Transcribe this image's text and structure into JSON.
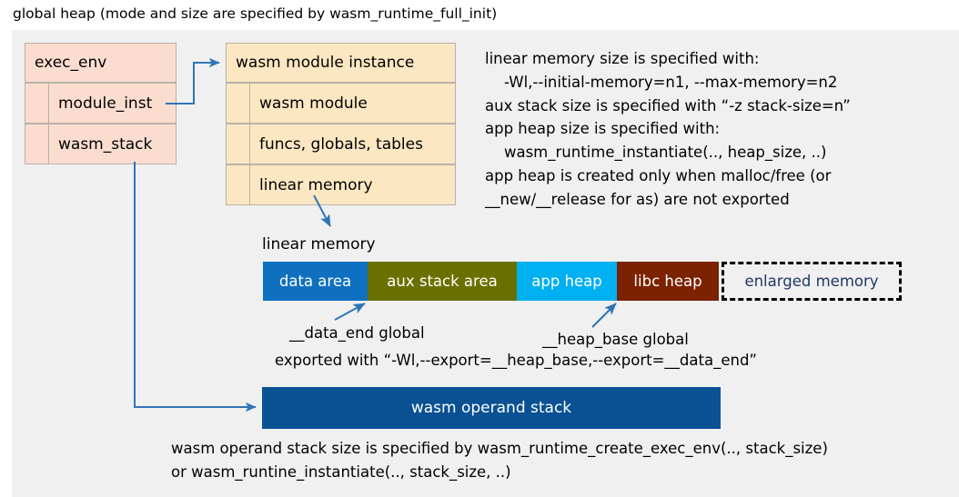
{
  "title": "global heap (mode and size are specified by wasm_runtime_full_init)",
  "colors": {
    "panel_bg": "#f0f0f0",
    "exec_env_fill": "#fbddd0",
    "module_fill": "#fce7c2",
    "box_border": "#b8b2a8",
    "arrow": "#2e75b6",
    "data_area": "#0f70c0",
    "aux_stack_area": "#6a7000",
    "app_heap": "#00b0f0",
    "libc_heap": "#7b2200",
    "enlarged_memory_text": "#1f3864",
    "operand_stack": "#0a5193"
  },
  "exec_env": {
    "header": "exec_env",
    "fields": [
      {
        "label": "module_inst"
      },
      {
        "label": "wasm_stack"
      }
    ]
  },
  "module_instance": {
    "header": "wasm module instance",
    "fields": [
      {
        "label": "wasm module"
      },
      {
        "label": "funcs, globals, tables"
      },
      {
        "label": "linear memory"
      }
    ]
  },
  "info_note": "linear memory size is specified with:\n    -Wl,--initial-memory=n1, --max-memory=n2\naux stack size is specified with “-z stack-size=n”\napp heap size is specified with:\n    wasm_runtime_instantiate(.., heap_size, ..)\napp heap is created only when malloc/free (or\n__new/__release for as) are not exported",
  "linear_memory": {
    "label": "linear memory",
    "segments": [
      {
        "label": "data area",
        "color": "#0f70c0",
        "width": 115,
        "text_color": "#ffffff",
        "dashed": false
      },
      {
        "label": "aux stack area",
        "color": "#6a7000",
        "width": 164,
        "text_color": "#ffffff",
        "dashed": false
      },
      {
        "label": "app heap",
        "color": "#00b0f0",
        "width": 110,
        "text_color": "#ffffff",
        "dashed": false
      },
      {
        "label": "libc heap",
        "color": "#7b2200",
        "width": 112,
        "text_color": "#ffffff",
        "dashed": false
      },
      {
        "label": "enlarged memory",
        "color": "#f0f0f0",
        "width": 198,
        "text_color": "#1f3864",
        "dashed": true
      }
    ],
    "annotations": {
      "data_end": "__data_end global",
      "heap_base": "__heap_base global",
      "exported": "exported with “-Wl,--export=__heap_base,--export=__data_end”"
    }
  },
  "operand_stack": {
    "label": "wasm operand stack",
    "note": "wasm operand stack size is specified by wasm_runtime_create_exec_env(.., stack_size)\nor wasm_runtine_instantiate(.., stack_size, ..)"
  }
}
